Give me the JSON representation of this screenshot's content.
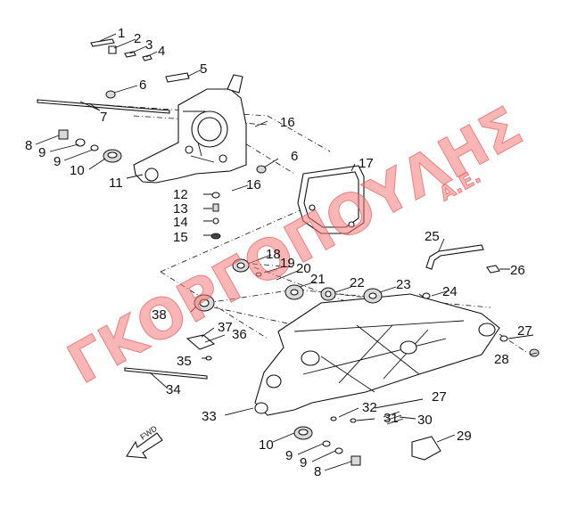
{
  "watermark": {
    "main": "ΓΚΟΡΓΟΠΟΥΛΗΣ",
    "suffix": "Α.Ε.",
    "color": "#f07878"
  },
  "direction_label": "FWD",
  "callouts": [
    {
      "id": "c1",
      "text": "1"
    },
    {
      "id": "c2",
      "text": "2"
    },
    {
      "id": "c3",
      "text": "3"
    },
    {
      "id": "c4",
      "text": "4"
    },
    {
      "id": "c5",
      "text": "5"
    },
    {
      "id": "c6a",
      "text": "6"
    },
    {
      "id": "c7",
      "text": "7"
    },
    {
      "id": "c8a",
      "text": "8"
    },
    {
      "id": "c9a",
      "text": "9"
    },
    {
      "id": "c9b",
      "text": "9"
    },
    {
      "id": "c10a",
      "text": "10"
    },
    {
      "id": "c11",
      "text": "11"
    },
    {
      "id": "c16a",
      "text": "16"
    },
    {
      "id": "c6b",
      "text": "6"
    },
    {
      "id": "c16b",
      "text": "16"
    },
    {
      "id": "c17",
      "text": "17"
    },
    {
      "id": "c12",
      "text": "12"
    },
    {
      "id": "c13",
      "text": "13"
    },
    {
      "id": "c14",
      "text": "14"
    },
    {
      "id": "c15",
      "text": "15"
    },
    {
      "id": "c25",
      "text": "25"
    },
    {
      "id": "c26",
      "text": "26"
    },
    {
      "id": "c18",
      "text": "18"
    },
    {
      "id": "c19",
      "text": "19"
    },
    {
      "id": "c20",
      "text": "20"
    },
    {
      "id": "c21",
      "text": "21"
    },
    {
      "id": "c22",
      "text": "22"
    },
    {
      "id": "c23",
      "text": "23"
    },
    {
      "id": "c24",
      "text": "24"
    },
    {
      "id": "c38",
      "text": "38"
    },
    {
      "id": "c37",
      "text": "37"
    },
    {
      "id": "c36",
      "text": "36"
    },
    {
      "id": "c35",
      "text": "35"
    },
    {
      "id": "c27a",
      "text": "27"
    },
    {
      "id": "c28",
      "text": "28"
    },
    {
      "id": "c34",
      "text": "34"
    },
    {
      "id": "c27b",
      "text": "27"
    },
    {
      "id": "c33",
      "text": "33"
    },
    {
      "id": "c32",
      "text": "32"
    },
    {
      "id": "c31",
      "text": "31"
    },
    {
      "id": "c30",
      "text": "30"
    },
    {
      "id": "c29",
      "text": "29"
    },
    {
      "id": "c10b",
      "text": "10"
    },
    {
      "id": "c9c",
      "text": "9"
    },
    {
      "id": "c9d",
      "text": "9"
    },
    {
      "id": "c8b",
      "text": "8"
    }
  ]
}
